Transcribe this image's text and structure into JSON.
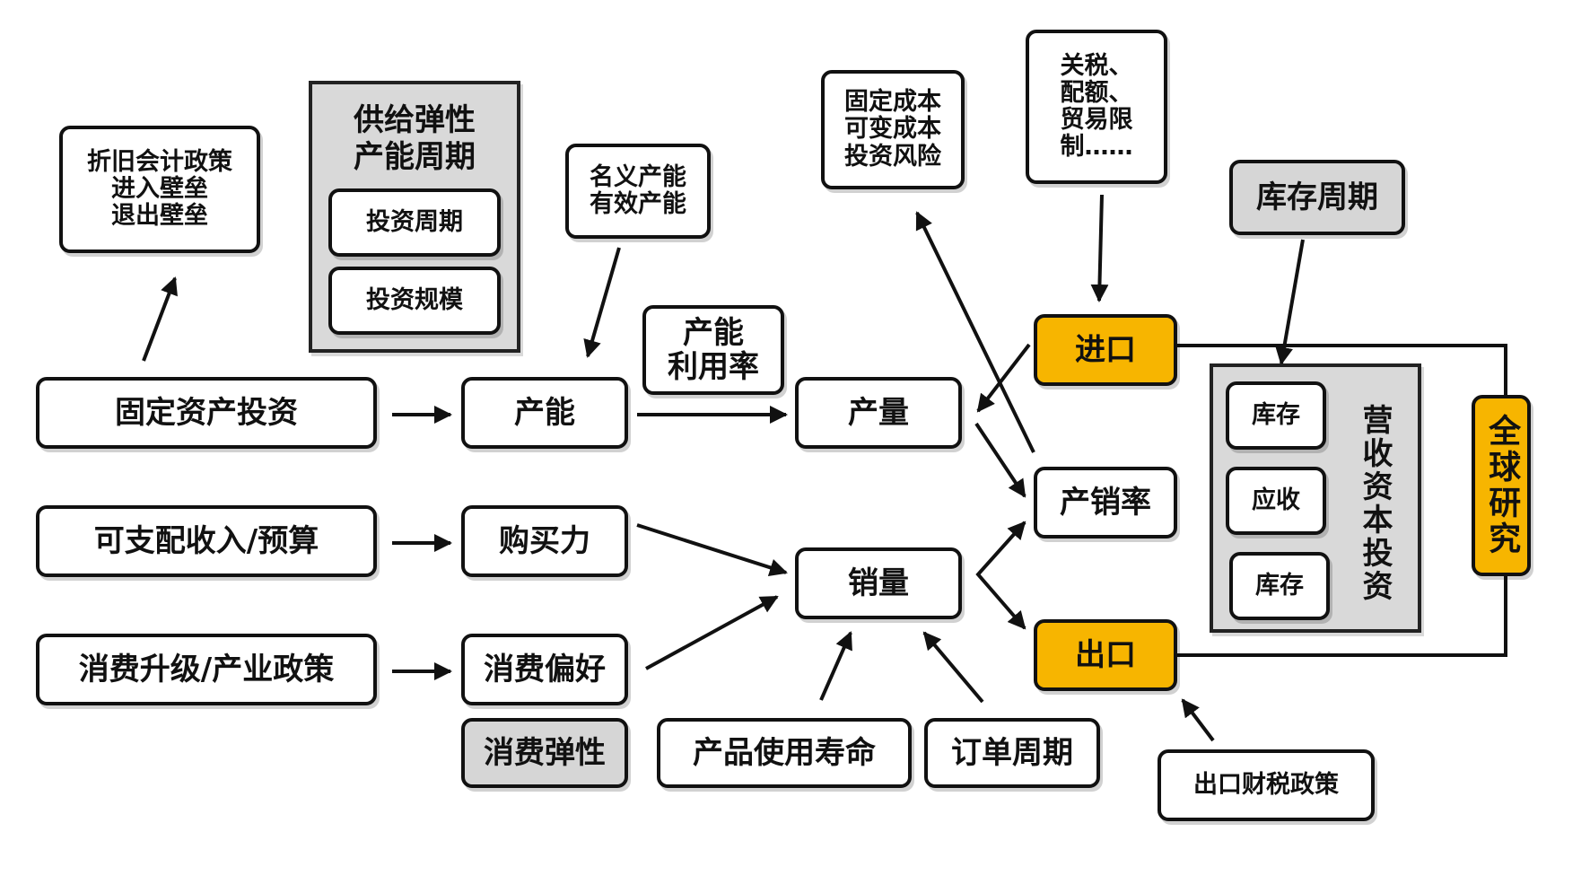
{
  "nodes": {
    "depreciation": "折旧会计政策\n进入壁垒\n退出壁垒",
    "supply_elasticity_title": "供给弹性\n产能周期",
    "investment_cycle": "投资周期",
    "investment_scale": "投资规模",
    "nominal_capacity": "名义产能\n有效产能",
    "capacity_utilization": "产能\n利用率",
    "costs": "固定成本\n可变成本\n投资风险",
    "tariffs": "关税、\n配额、\n贸易限\n制……",
    "inventory_cycle": "库存周期",
    "fixed_asset_investment": "固定资产投资",
    "capacity": "产能",
    "output": "产量",
    "imports": "进口",
    "disposable_income": "可支配收入/预算",
    "purchasing_power": "购买力",
    "production_sales_ratio": "产销率",
    "consumption_upgrade": "消费升级/产业政策",
    "consumption_preference": "消费偏好",
    "sales_volume": "销量",
    "exports": "出口",
    "consumption_elasticity": "消费弹性",
    "product_life": "产品使用寿命",
    "order_cycle": "订单周期",
    "export_tax_policy": "出口财税政策",
    "inventory_1": "库存",
    "receivables": "应收",
    "inventory_2": "库存",
    "working_capital": "营收资本投资",
    "global_research": "全球研究"
  },
  "colors": {
    "highlight": "#f7b500",
    "gray_box": "#d6d6d6",
    "panel": "#d9d9d9",
    "stroke": "#111111"
  }
}
